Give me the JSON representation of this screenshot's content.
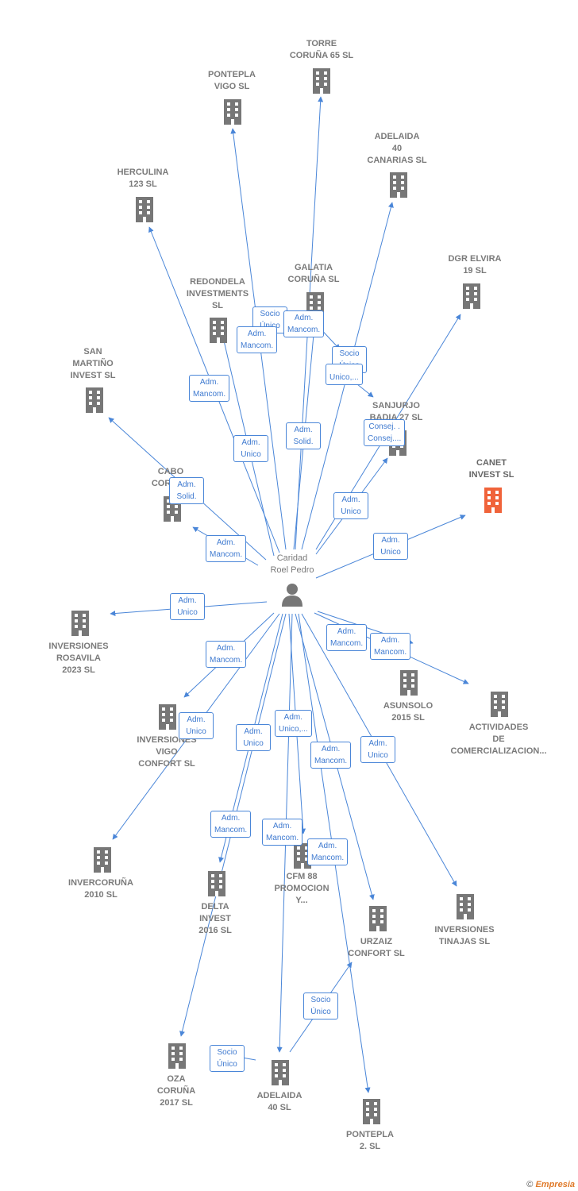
{
  "center": {
    "name": "Caridad\nRoel Pedro",
    "icon": "person-icon"
  },
  "colors": {
    "link": "#4a86d8",
    "building": "#777777",
    "focus_building": "#f0633a"
  },
  "companies": [
    {
      "id": "torre",
      "label": "TORRE\nCORUÑA 65  SL"
    },
    {
      "id": "pontepla-vigo",
      "label": "PONTEPLA\nVIGO  SL"
    },
    {
      "id": "adelaida-canarias",
      "label": "ADELAIDA\n40\nCANARIAS  SL"
    },
    {
      "id": "herculina",
      "label": "HERCULINA\n123  SL"
    },
    {
      "id": "galatia",
      "label": "GALATIA\nCORUÑA SL"
    },
    {
      "id": "dgr",
      "label": "DGR ELVIRA\n19  SL"
    },
    {
      "id": "redondela",
      "label": "REDONDELA\nINVESTMENTS\nSL"
    },
    {
      "id": "san-martino",
      "label": "SAN\nMARTIÑO\nINVEST  SL"
    },
    {
      "id": "sanjurjo",
      "label": "SANJURJO\nBADIA 27  SL"
    },
    {
      "id": "canet",
      "label": "CANET\nINVEST  SL",
      "focus": true
    },
    {
      "id": "cabo",
      "label": "CABO\nCORUÑA"
    },
    {
      "id": "rosavila",
      "label": "INVERSIONES\nROSAVILA\n2023  SL"
    },
    {
      "id": "asunsolo",
      "label": "ASUNSOLO\n2015  SL"
    },
    {
      "id": "actividades",
      "label": "ACTIVIDADES\nDE\nCOMERCIALIZACION..."
    },
    {
      "id": "vigo-confort",
      "label": "INVERSIONES\nVIGO\nCONFORT  SL"
    },
    {
      "id": "invercoruna",
      "label": "INVERCORUÑA\n2010  SL"
    },
    {
      "id": "delta",
      "label": "DELTA\nINVEST\n2016  SL"
    },
    {
      "id": "cfm",
      "label": "CFM 88\nPROMOCION\nY..."
    },
    {
      "id": "tinajas",
      "label": "INVERSIONES\nTINAJAS  SL"
    },
    {
      "id": "urzaiz",
      "label": "URZAIZ\nCONFORT  SL"
    },
    {
      "id": "oza",
      "label": "OZA\nCORUÑA\n2017  SL"
    },
    {
      "id": "adelaida40",
      "label": "ADELAIDA\n40  SL"
    },
    {
      "id": "pontepla2",
      "label": "PONTEPLA\n2.  SL"
    }
  ],
  "relations": [
    {
      "id": "r1",
      "label": "Socio\nÚnico"
    },
    {
      "id": "r2",
      "label": "Adm.\nMancom."
    },
    {
      "id": "r3",
      "label": "Adm.\nMancom."
    },
    {
      "id": "r4",
      "label": "Socio\nÚnico"
    },
    {
      "id": "r5",
      "label": "Unico,..."
    },
    {
      "id": "r6",
      "label": "Adm.\nMancom."
    },
    {
      "id": "r7",
      "label": "Adm.\nSolid."
    },
    {
      "id": "r8",
      "label": "Consej. .\nConsej...."
    },
    {
      "id": "r9",
      "label": "Adm.\nUnico"
    },
    {
      "id": "r10",
      "label": "Adm.\nSolid."
    },
    {
      "id": "r11",
      "label": "Adm.\nUnico"
    },
    {
      "id": "r12",
      "label": "Adm.\nUnico"
    },
    {
      "id": "r13",
      "label": "Adm.\nMancom."
    },
    {
      "id": "r14",
      "label": "Adm.\nUnico"
    },
    {
      "id": "r15",
      "label": "Adm.\nMancom."
    },
    {
      "id": "r16",
      "label": "Adm.\nMancom."
    },
    {
      "id": "r17",
      "label": "Adm.\nMancom."
    },
    {
      "id": "r18",
      "label": "Adm.\nUnico"
    },
    {
      "id": "r19",
      "label": "Adm.\nUnico,..."
    },
    {
      "id": "r20",
      "label": "Adm.\nUnico"
    },
    {
      "id": "r21",
      "label": "Adm.\nMancom."
    },
    {
      "id": "r22",
      "label": "Adm.\nUnico"
    },
    {
      "id": "r23",
      "label": "Adm.\nMancom."
    },
    {
      "id": "r24",
      "label": "Adm.\nMancom."
    },
    {
      "id": "r25",
      "label": "Adm.\nMancom."
    },
    {
      "id": "r26",
      "label": "Socio\nÚnico"
    },
    {
      "id": "r27",
      "label": "Socio\nÚnico"
    }
  ],
  "footer": {
    "copyright": "©",
    "brand": "Empresia"
  }
}
